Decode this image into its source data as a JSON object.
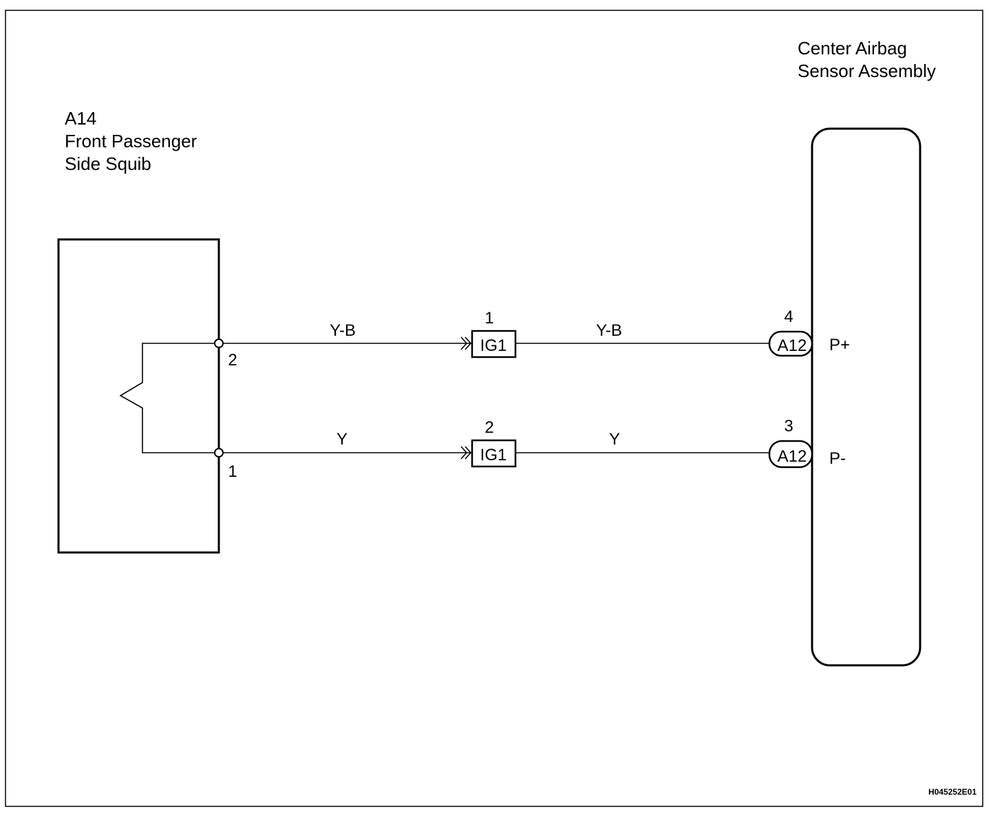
{
  "colors": {
    "line": "#000000",
    "background": "#ffffff"
  },
  "components": {
    "squib": {
      "id": "A14",
      "name_line1": "Front Passenger",
      "name_line2": "Side Squib"
    },
    "sensor": {
      "name_line1": "Center Airbag",
      "name_line2": "Sensor Assembly"
    }
  },
  "circuits": [
    {
      "squib_pin": "2",
      "wire_left": "Y-B",
      "junction_connector": "IG1",
      "junction_pin": "1",
      "wire_right": "Y-B",
      "sensor_connector": "A12",
      "sensor_pin": "4",
      "terminal": "P+"
    },
    {
      "squib_pin": "1",
      "wire_left": "Y",
      "junction_connector": "IG1",
      "junction_pin": "2",
      "wire_right": "Y",
      "sensor_connector": "A12",
      "sensor_pin": "3",
      "terminal": "P-"
    }
  ],
  "figure_code": "H045252E01"
}
